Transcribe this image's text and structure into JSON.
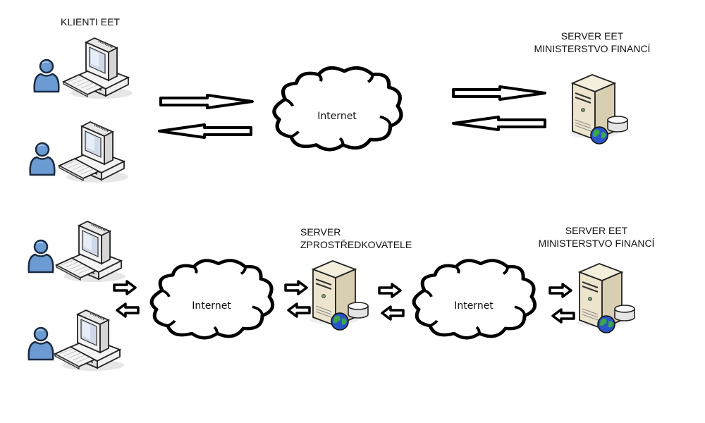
{
  "top": {
    "clients_label": "KLIENTI EET",
    "cloud_label": "Internet",
    "server_label_line1": "SERVER EET",
    "server_label_line2": "MINISTERSTVO FINANCÍ"
  },
  "bottom": {
    "cloud1_label": "Internet",
    "intermediary_label_line1": "SERVER",
    "intermediary_label_line2": "ZPROSTŘEDKOVATELE",
    "cloud2_label": "Internet",
    "server_label_line1": "SERVER EET",
    "server_label_line2": "MINISTERSTVO FINANCÍ"
  },
  "icons": {
    "user": "user-icon",
    "workstation": "workstation-icon",
    "server": "server-icon",
    "cloud": "cloud-icon",
    "arrow": "arrow-icon"
  },
  "colors": {
    "user_fill": "#6b9bd2",
    "server_fill": "#e8e0c8",
    "globe_blue": "#2a55c8",
    "globe_green": "#3aa84a",
    "outline": "#000000"
  }
}
